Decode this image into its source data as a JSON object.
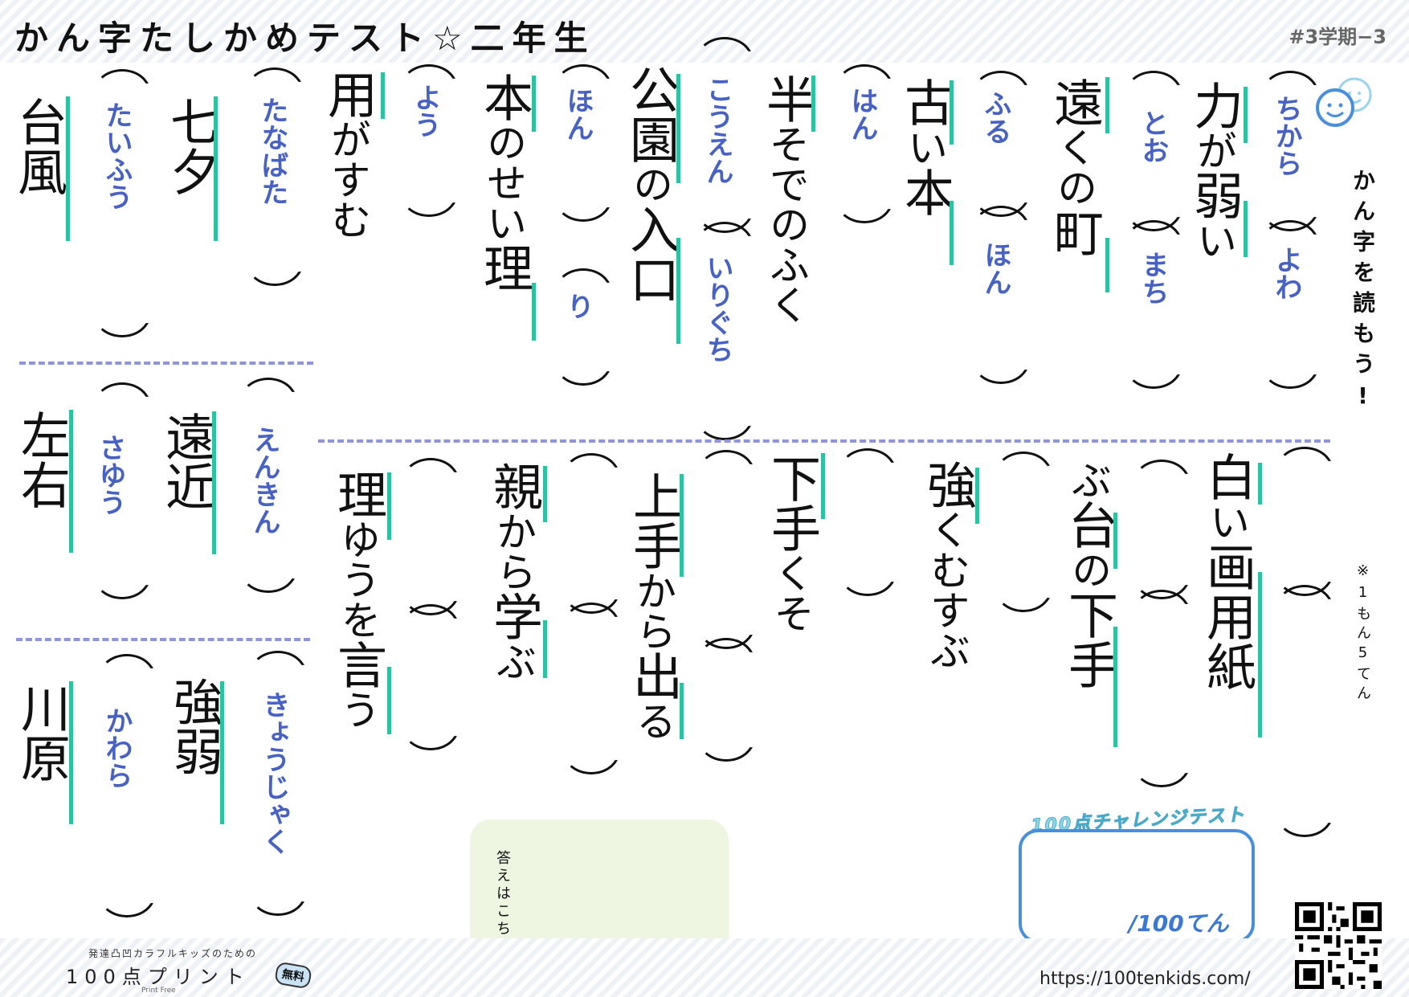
{
  "header": {
    "title": "かん字たしかめテスト☆二年生",
    "term": "#3学期−3"
  },
  "sidebar": {
    "instruction": "かん字を読もう!",
    "points_note": "※1もん5てん"
  },
  "questions": {
    "q1": {
      "kanji_a": "力",
      "kana_a": "が",
      "kanji_b": "弱",
      "kana_b": "い",
      "ruby_a": "ちから",
      "ruby_b": "よわ"
    },
    "q2": {
      "kanji_a": "遠",
      "kana_a": "くの",
      "kanji_b": "町",
      "ruby_a": "とお",
      "ruby_b": "まち"
    },
    "q3": {
      "kanji_a": "古",
      "kana_a": "い",
      "kanji_b": "本",
      "ruby_a": "ふる",
      "ruby_b": "ほん"
    },
    "q4": {
      "kanji_a": "半",
      "kana_a": "そでのふく",
      "ruby_a": "はん"
    },
    "q5": {
      "kanji_a": "公園",
      "kana_a": "の",
      "kanji_b": "入口",
      "ruby_a": "こうえん",
      "ruby_b": "いりぐち"
    },
    "q6": {
      "kanji_a": "本",
      "kana_a": "のせい",
      "kanji_b": "理",
      "ruby_a": "ほん",
      "ruby_b": "り"
    },
    "q7": {
      "kanji_a": "用",
      "kana_a": "がすむ",
      "ruby_a": "よう"
    },
    "q8": {
      "kanji_a": "七夕",
      "ruby_a": "たなばた"
    },
    "q9": {
      "kanji_a": "台風",
      "ruby_a": "たいふう"
    },
    "q10": {
      "kanji_a": "遠近",
      "ruby_a": "えんきん"
    },
    "q11": {
      "kanji_a": "左右",
      "ruby_a": "さゆう"
    },
    "q12": {
      "kanji_a": "強弱",
      "ruby_a": "きょうじゃく"
    },
    "q13": {
      "kanji_a": "川原",
      "ruby_a": "かわら"
    },
    "q14": {
      "kanji_a": "白",
      "kana_a": "い",
      "kanji_b": "画用紙"
    },
    "q15": {
      "kana_pre": "ぶ",
      "kanji_a": "台",
      "kana_a": "の",
      "kanji_b": "下手"
    },
    "q16": {
      "kanji_a": "強",
      "kana_a": "くむすぶ"
    },
    "q17": {
      "kanji_a": "下手",
      "kana_a": "くそ"
    },
    "q18": {
      "kanji_a": "上手",
      "kana_a": "から",
      "kanji_b": "出",
      "kana_b": "る"
    },
    "q19": {
      "kanji_a": "親",
      "kana_a": "から",
      "kanji_b": "学",
      "kana_b": "ぶ"
    },
    "q20": {
      "kanji_a": "理",
      "kana_a": "ゆうを",
      "kanji_b": "言",
      "kana_b": "う"
    }
  },
  "answer_link": {
    "label": "答えはこちら"
  },
  "score": {
    "challenge_label": "100点チャレンジテスト",
    "label": "/100てん"
  },
  "footer": {
    "brand_small": "発達凸凹カラフルキッズのための",
    "brand_main": "100点プリント",
    "badge": "無料",
    "brand_sub": "Print Free",
    "url": "https://100tenkids.com/"
  },
  "colors": {
    "ruby": "#4762c4",
    "marker": "#2bc3a1",
    "dash": "#8e96d9",
    "score": "#4a8fdd"
  },
  "icons": {
    "mascot": "smiling-faces-icon",
    "qr": "qr-code-icon"
  }
}
